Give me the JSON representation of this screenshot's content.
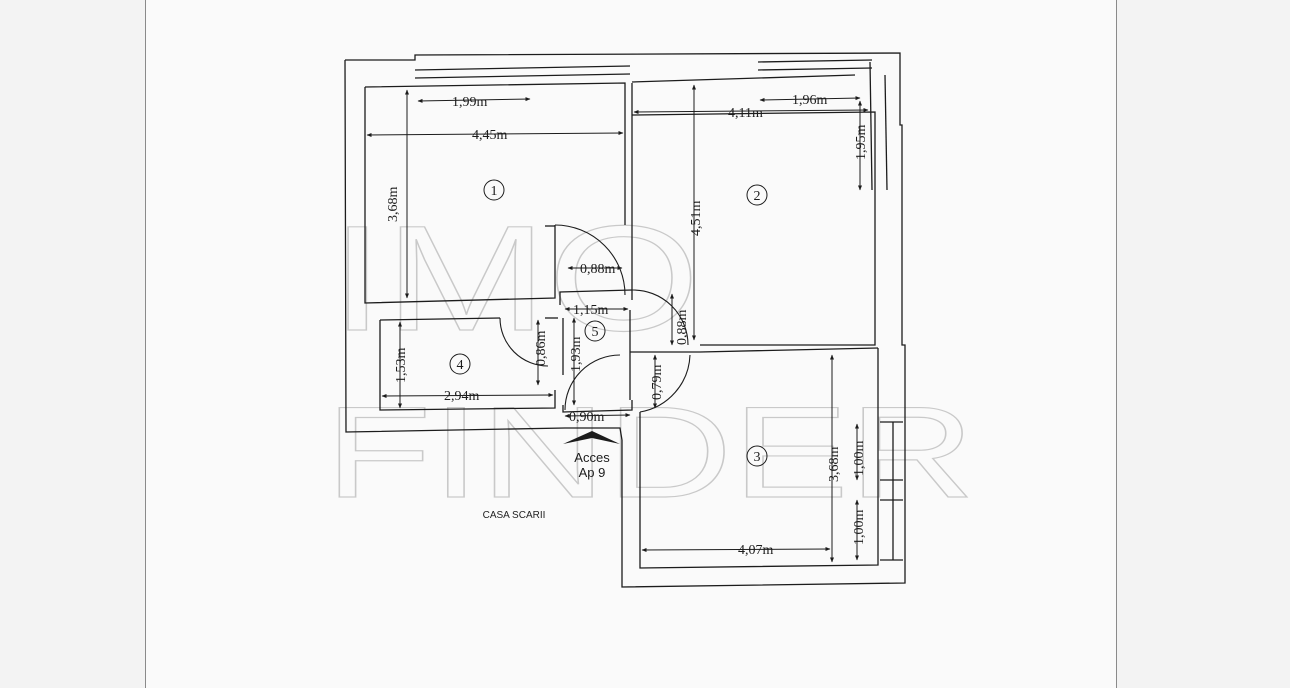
{
  "rooms": [
    "1",
    "2",
    "3",
    "4",
    "5"
  ],
  "dimensions": {
    "r1_top_window": "1,99m",
    "r1_width": "4,45m",
    "r1_height": "3,68m",
    "r2_width": "4,11m",
    "r2_window": "1,96m",
    "r2_window_height": "1,95m",
    "r2_height": "4,51m",
    "door_r1": "0,88m",
    "hall_width": "1,15m",
    "door_r2": "0,88m",
    "door_r4": "0,86m",
    "hall_height": "1,93m",
    "door_r3": "0,79m",
    "r4_height": "1,53m",
    "r4_width": "2,94m",
    "entry_width": "0,90m",
    "r3_height": "3,68m",
    "r3_window_1": "1,00m",
    "r3_window_2": "1,00m",
    "r3_width": "4,07m"
  },
  "access": {
    "line1": "Acces",
    "line2": "Ap 9"
  },
  "stair_label": "CASA SCARII",
  "watermark": {
    "line1": "IMO",
    "line2": "FINDER"
  },
  "colors": {
    "ink": "#1c1c1c",
    "paper": "#fafafa",
    "margin": "#f3f3f3",
    "watermark": "#c9c9c9"
  }
}
